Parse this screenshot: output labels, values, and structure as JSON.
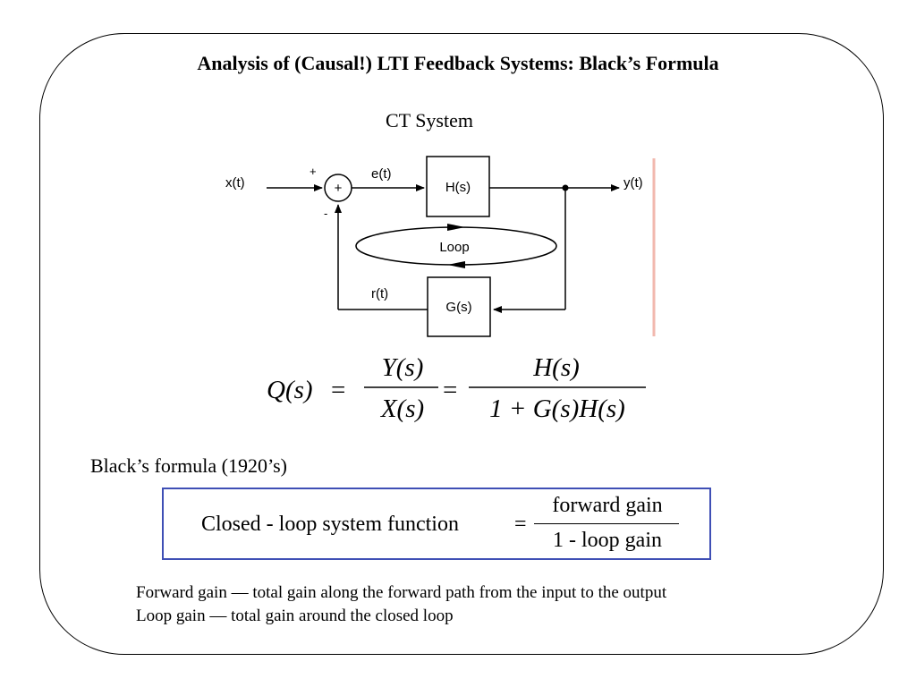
{
  "slide": {
    "title": "Analysis of (Causal!) LTI Feedback Systems: Black’s Formula",
    "subtitle": "CT System"
  },
  "diagram": {
    "input_label": "x(t)",
    "error_label": "e(t)",
    "output_label": "y(t)",
    "feedback_label": "r(t)",
    "forward_block": "H(s)",
    "feedback_block": "G(s)",
    "summer_symbol": "+",
    "plus_sign": "+",
    "minus_sign": "-",
    "loop_label": "Loop",
    "colors": {
      "line": "#000000",
      "marker": "#f2b8ae"
    }
  },
  "equation": {
    "lhs": "Q(s)",
    "eq1": "=",
    "frac1_num": "Y(s)",
    "frac1_den": "X(s)",
    "eq2": "=",
    "frac2_num": "H(s)",
    "frac2_den": "1 + G(s)H(s)"
  },
  "black_formula": {
    "heading": "Black’s formula (1920’s)",
    "lhs": "Closed - loop system function",
    "equals": "=",
    "numerator": "forward gain",
    "denominator": "1 - loop gain",
    "box_color": "#3f4fb5"
  },
  "definitions": [
    "Forward gain — total gain along the forward path from the input to the output",
    "Loop gain — total gain around the closed loop"
  ]
}
